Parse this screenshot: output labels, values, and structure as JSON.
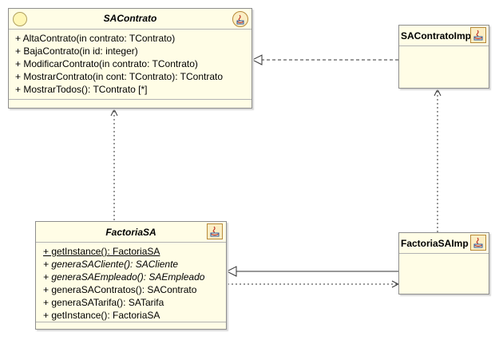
{
  "diagram": {
    "classes": {
      "sacontrato": {
        "name": "SAContrato",
        "kind": "interface",
        "operations": [
          {
            "text": "+ AltaContrato(in contrato: TContrato)",
            "style": "plain"
          },
          {
            "text": "+ BajaContrato(in id: integer)",
            "style": "plain"
          },
          {
            "text": "+ ModificarContrato(in contrato: TContrato)",
            "style": "plain"
          },
          {
            "text": "+ MostrarContrato(in cont: TContrato): TContrato",
            "style": "plain"
          },
          {
            "text": "+ MostrarTodos(): TContrato [*]",
            "style": "plain"
          }
        ]
      },
      "sacontratoimp": {
        "name": "SAContratoImp",
        "kind": "class"
      },
      "factoriasa": {
        "name": "FactoriaSA",
        "kind": "abstract class",
        "operations": [
          {
            "text": "+ getInstance(): FactoriaSA",
            "style": "static"
          },
          {
            "text": "+ generaSACliente(): SACliente",
            "style": "abstract"
          },
          {
            "text": "+ generaSAEmpleado(): SAEmpleado",
            "style": "abstract"
          },
          {
            "text": "+ generaSAContratos(): SAContrato",
            "style": "plain"
          },
          {
            "text": "+ generaSATarifa(): SATarifa",
            "style": "plain"
          },
          {
            "text": "+ getInstance(): FactoriaSA",
            "style": "plain"
          }
        ]
      },
      "factoriasaimp": {
        "name": "FactoriaSAImp",
        "kind": "class"
      }
    },
    "relations": [
      {
        "from": "SAContratoImp",
        "to": "SAContrato",
        "type": "realization"
      },
      {
        "from": "FactoriaSA",
        "to": "SAContrato",
        "type": "dependency"
      },
      {
        "from": "FactoriaSAImp",
        "to": "SAContratoImp",
        "type": "dependency"
      },
      {
        "from": "FactoriaSAImp",
        "to": "FactoriaSA",
        "type": "generalization"
      },
      {
        "from": "FactoriaSA",
        "to": "FactoriaSAImp",
        "type": "dependency"
      }
    ],
    "colors": {
      "class_fill": "#fffde6",
      "border": "#8e8e8e",
      "line": "#333333"
    }
  }
}
